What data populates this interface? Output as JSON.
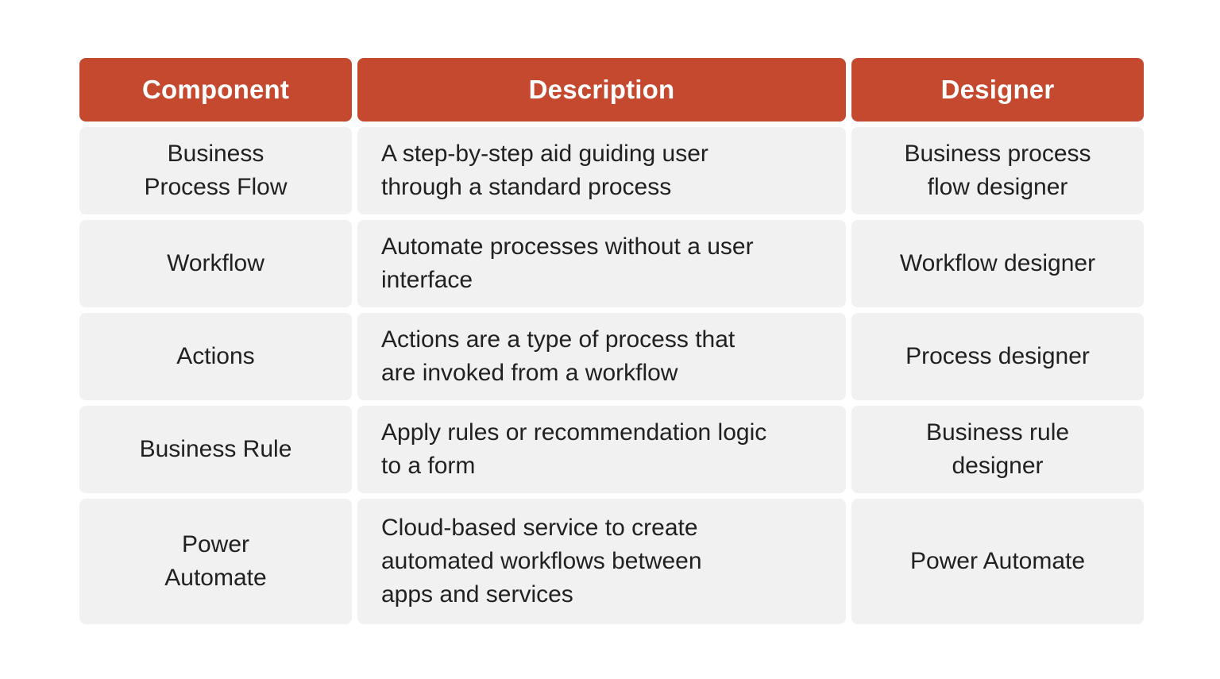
{
  "colors": {
    "header_bg": "#c4492f",
    "header_text": "#ffffff",
    "cell_bg": "#f1f1f1",
    "body_text": "#212121",
    "page_bg": "#ffffff"
  },
  "chart_data": {
    "type": "table",
    "columns": [
      "Component",
      "Description",
      "Designer"
    ],
    "rows": [
      [
        "Business Process Flow",
        "A step-by-step aid guiding user through a standard process",
        "Business process flow designer"
      ],
      [
        "Workflow",
        "Automate processes without a user interface",
        "Workflow designer"
      ],
      [
        "Actions",
        "Actions are a type of process that are invoked from a workflow",
        "Process designer"
      ],
      [
        "Business Rule",
        "Apply rules or recommendation logic to a form",
        "Business rule designer"
      ],
      [
        "Power Automate",
        "Cloud-based service to create automated workflows between apps and services",
        "Power Automate"
      ]
    ]
  },
  "table": {
    "headers": {
      "component": "Component",
      "description": "Description",
      "designer": "Designer"
    },
    "rows": [
      {
        "component": "Business\nProcess Flow",
        "description": "A step-by-step aid guiding user\nthrough a standard process",
        "designer": "Business process\nflow designer"
      },
      {
        "component": "Workflow",
        "description": "Automate processes without a user\ninterface",
        "designer": "Workflow designer"
      },
      {
        "component": "Actions",
        "description": "Actions are a type of process that\nare invoked from a workflow",
        "designer": "Process designer"
      },
      {
        "component": "Business Rule",
        "description": "Apply rules or recommendation logic\nto a form",
        "designer": "Business rule\ndesigner"
      },
      {
        "component": "Power\nAutomate",
        "description": "Cloud-based service to create\nautomated workflows between\napps and services",
        "designer": "Power Automate"
      }
    ]
  }
}
